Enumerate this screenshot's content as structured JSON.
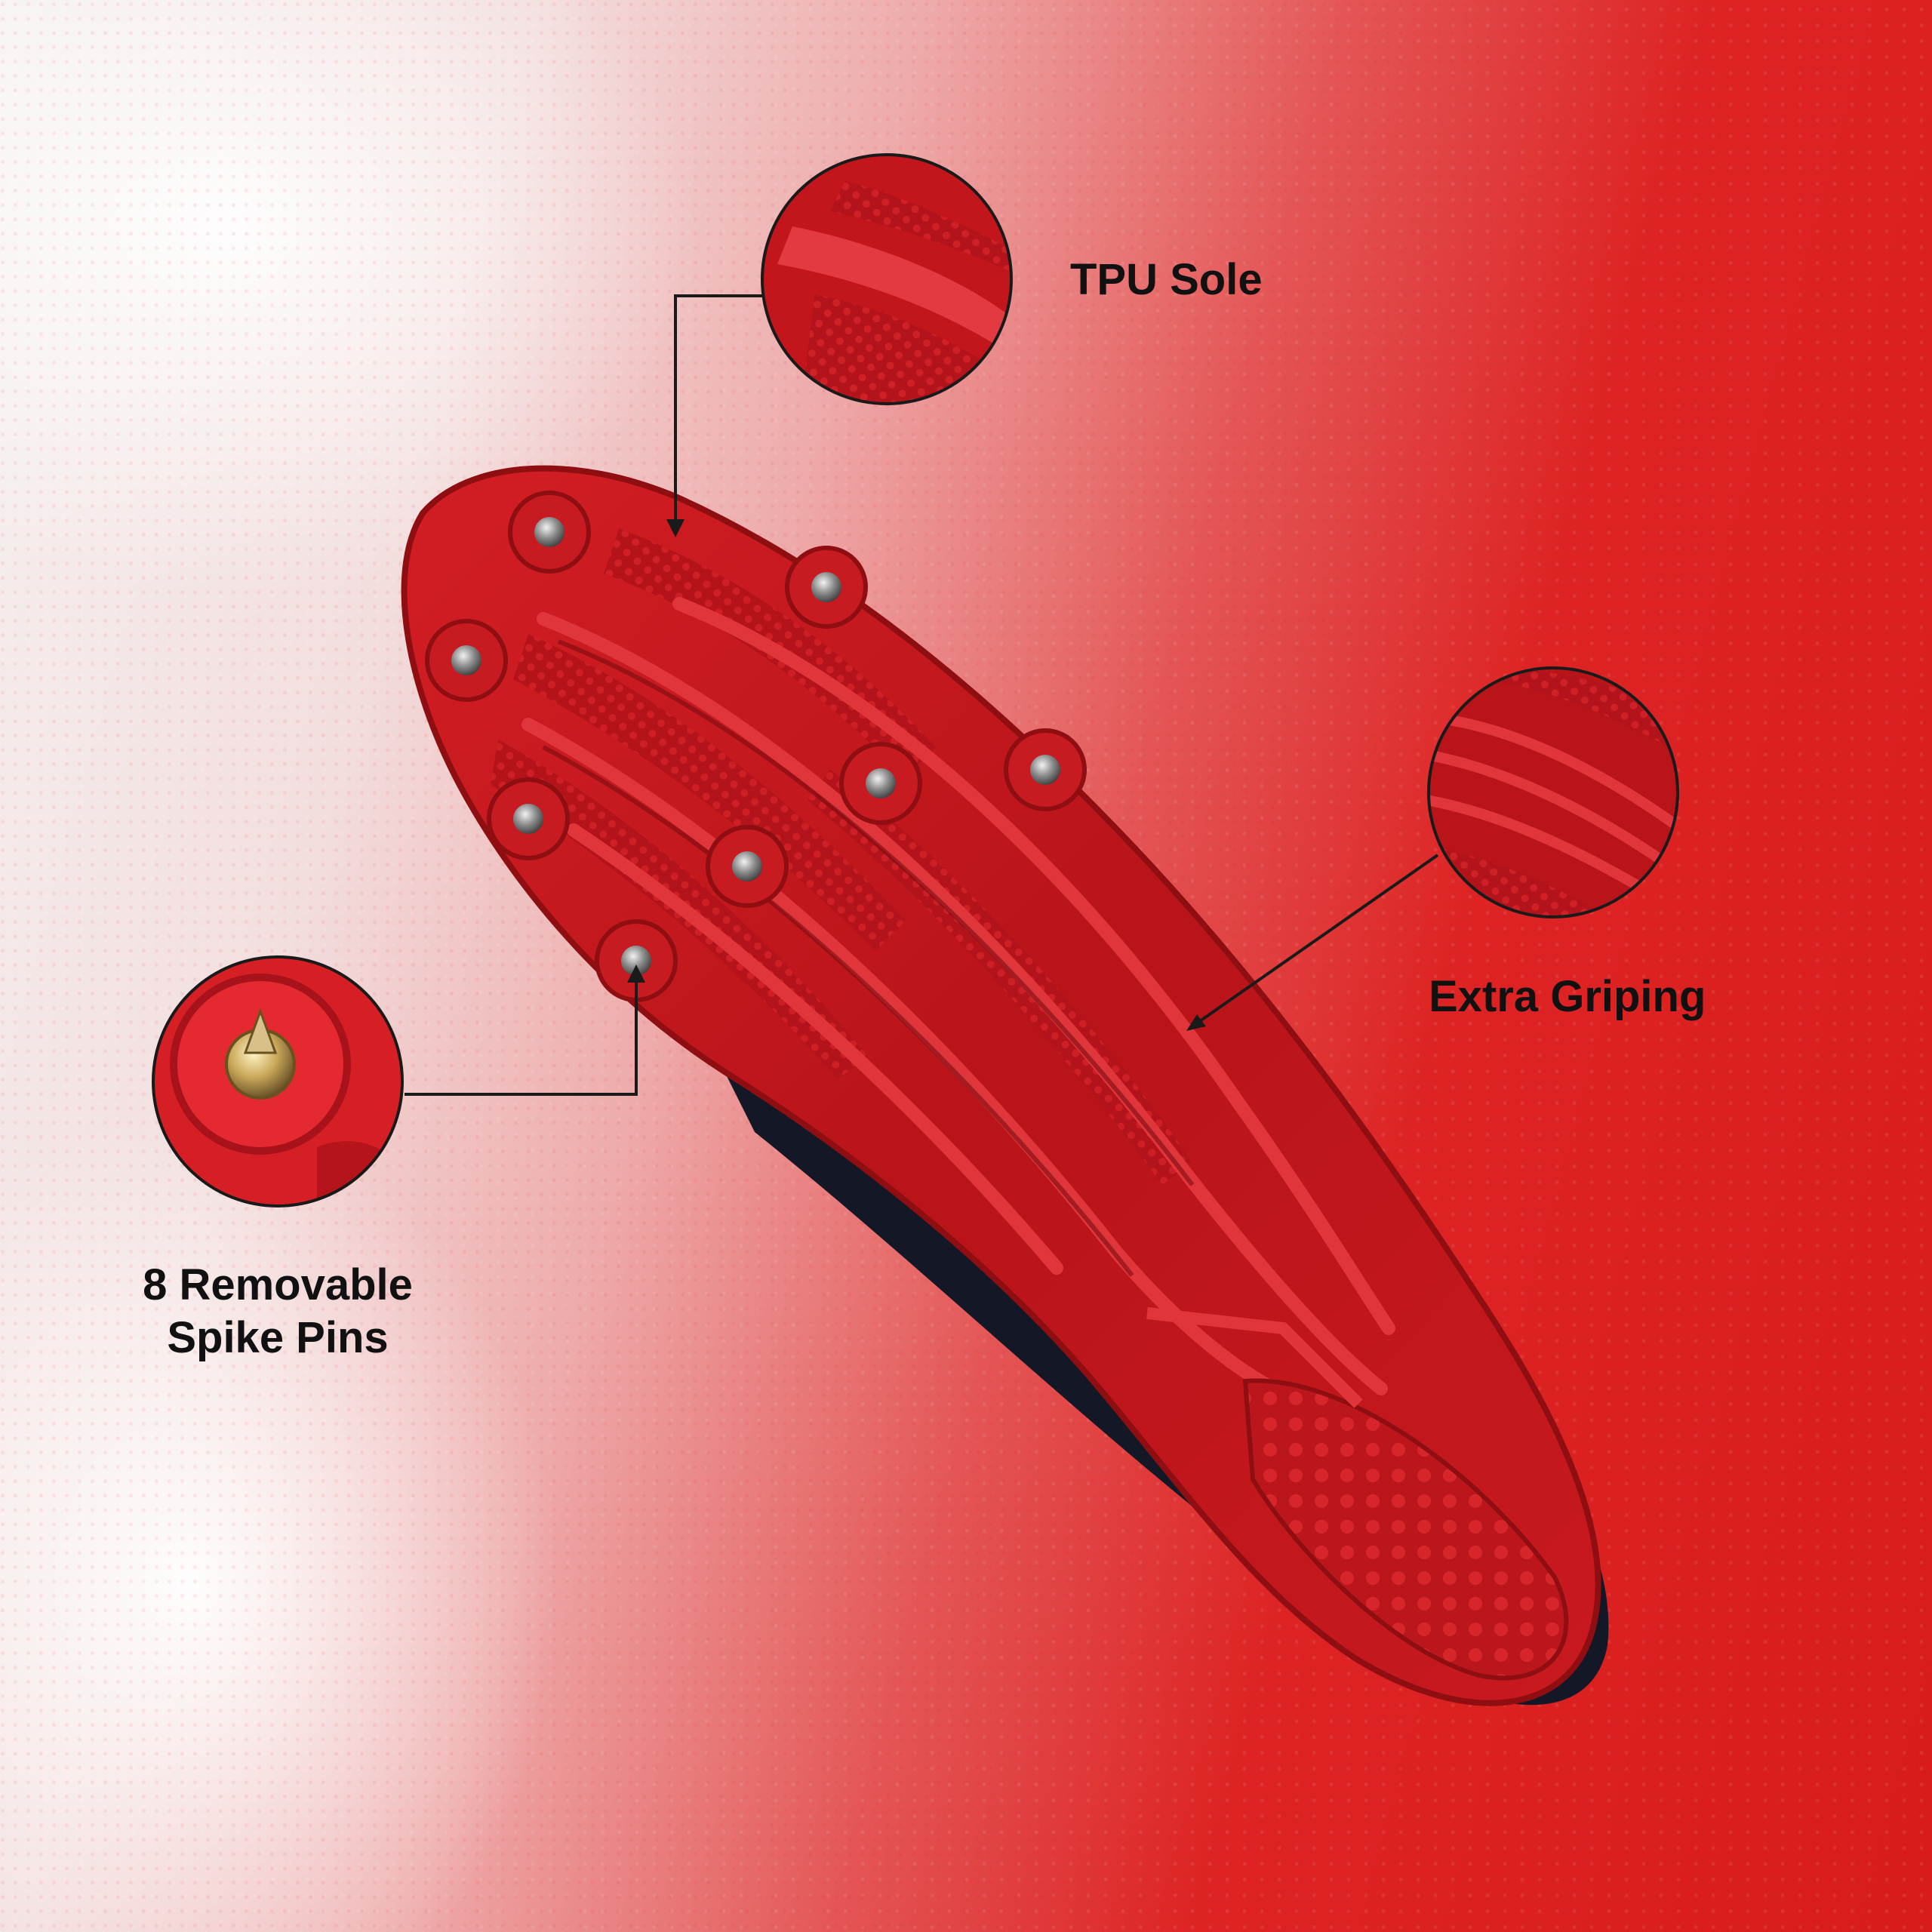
{
  "callouts": {
    "tpu_sole": "TPU Sole",
    "extra_griping": "Extra Griping",
    "spike_pins_line1": "8 Removable",
    "spike_pins_line2": "Spike Pins"
  },
  "colors": {
    "sole_red": "#c4161c",
    "sole_dark_red": "#8e0e12",
    "upper_black": "#141826",
    "background_red": "#d81c1c",
    "text": "#111111"
  },
  "spike_count": 8
}
